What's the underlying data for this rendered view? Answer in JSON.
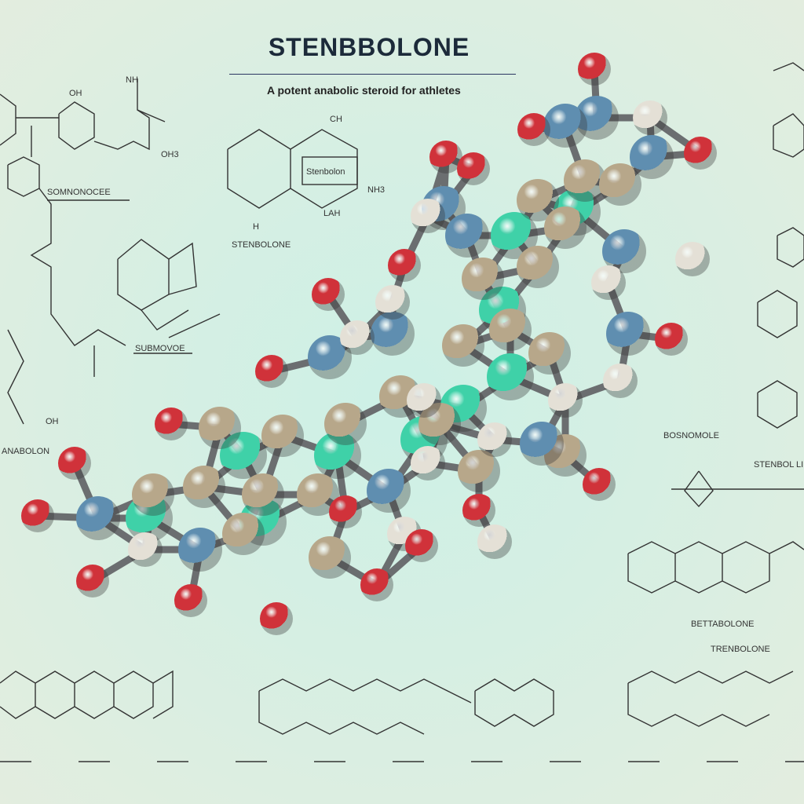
{
  "title": "STENBBOLONE",
  "subtitle": "A potent anabolic steroid for athletes",
  "labels": {
    "oh_top": "OH",
    "ch3_top": "CH",
    "oh3": "OH3",
    "nh": "NH",
    "h_small": "H",
    "oh_left": "OH",
    "nh3": "NH3",
    "lah": "LAH",
    "stenbolon_box": "Stenbolon",
    "caption_left": "SOMNONOCEE",
    "caption_center": "STENBOLONE",
    "caption_mid": "SUBMOVOE",
    "caption_bottom_left": "ANABOLON",
    "caption_right": "BOSNOMOLE",
    "caption_right2": "STENBOL LIBOCHONE",
    "caption_right3": "BETTABOLONE",
    "caption_right4": "TRENBOLONE"
  },
  "colors": {
    "oxygen": "#d0323a",
    "carbon": "#b7a78a",
    "nitrogen": "#5f8eb0",
    "hydrogen": "#e4e0d6",
    "ring": "#3fd1a8",
    "background": "#d3efe4"
  }
}
